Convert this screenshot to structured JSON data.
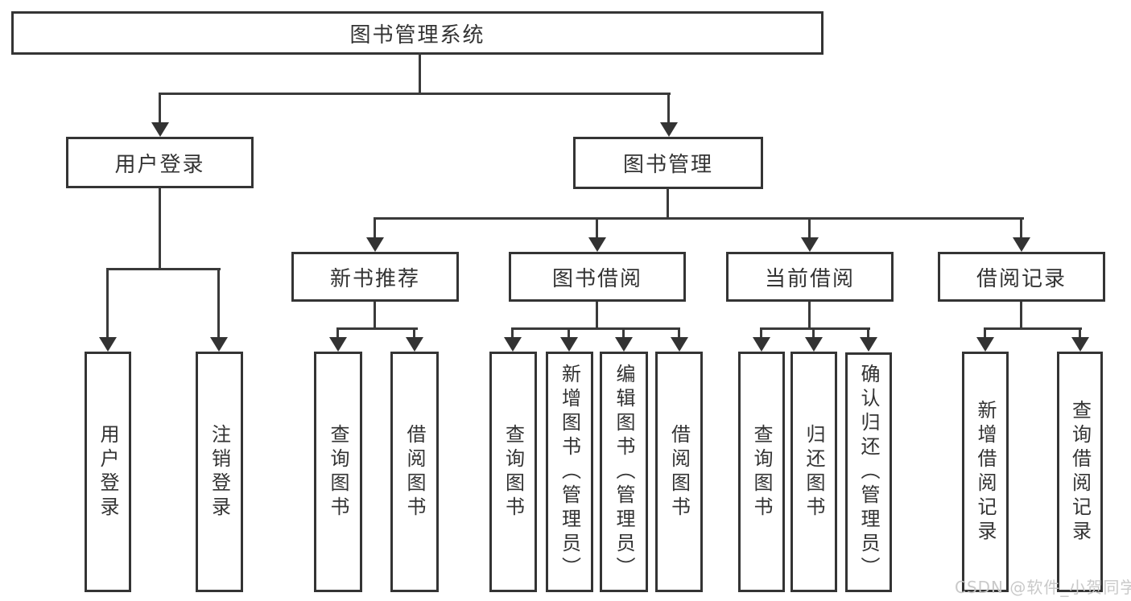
{
  "diagram": {
    "type": "tree",
    "root": {
      "label": "图书管理系统",
      "children": [
        {
          "label": "用户登录",
          "children": [
            {
              "label": "用户登录"
            },
            {
              "label": "注销登录"
            }
          ]
        },
        {
          "label": "图书管理",
          "children": [
            {
              "label": "新书推荐",
              "children": [
                {
                  "label": "查询图书"
                },
                {
                  "label": "借阅图书"
                }
              ]
            },
            {
              "label": "图书借阅",
              "children": [
                {
                  "label": "查询图书"
                },
                {
                  "label": "新增图书（管理员）"
                },
                {
                  "label": "编辑图书（管理员）"
                },
                {
                  "label": "借阅图书"
                }
              ]
            },
            {
              "label": "当前借阅",
              "children": [
                {
                  "label": "查询图书"
                },
                {
                  "label": "归还图书"
                },
                {
                  "label": "确认归还（管理员）"
                }
              ]
            },
            {
              "label": "借阅记录",
              "children": [
                {
                  "label": "新增借阅记录"
                },
                {
                  "label": "查询借阅记录"
                }
              ]
            }
          ]
        }
      ]
    }
  },
  "watermark": {
    "text": "CSDN @软件_小贺同学",
    "color": "#c6c6c6"
  },
  "colors": {
    "background": "#ffffff",
    "box_border": "#343434",
    "connector_line": "#3a3a3a",
    "text": "#333333"
  }
}
